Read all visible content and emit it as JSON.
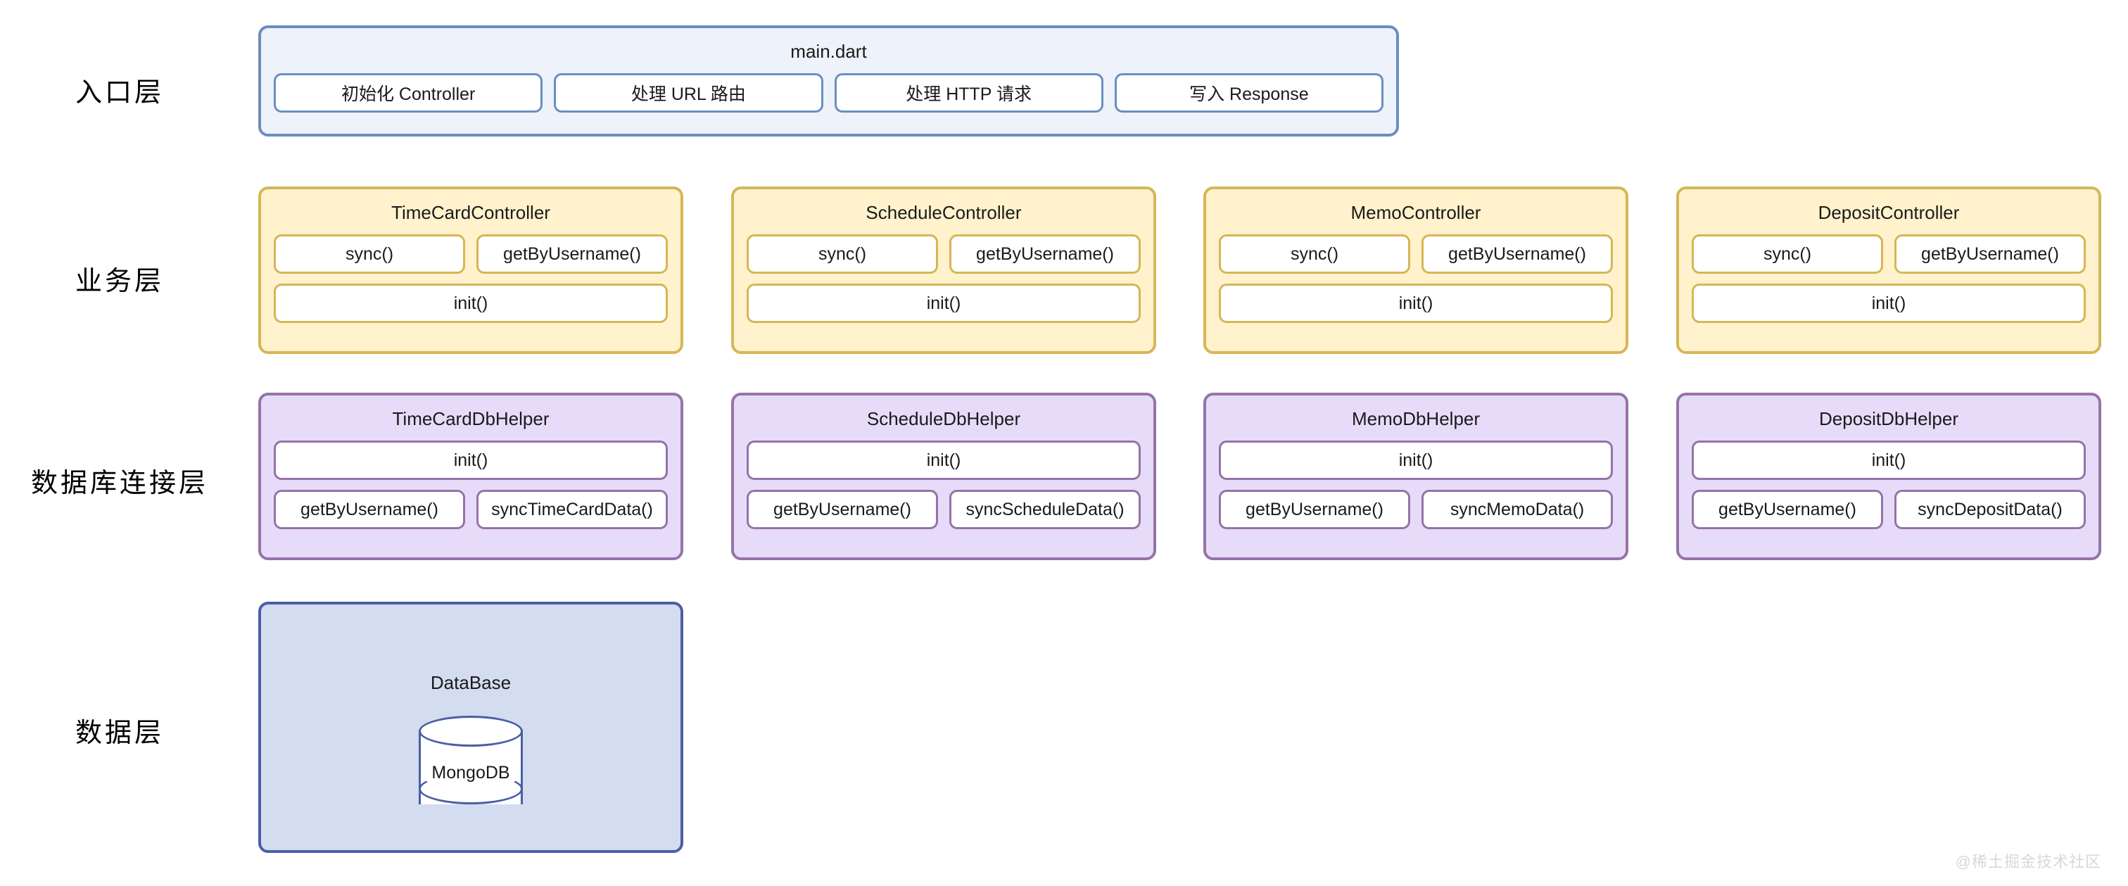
{
  "layers": [
    {
      "label": "入口层"
    },
    {
      "label": "业务层"
    },
    {
      "label": "数据库连接层"
    },
    {
      "label": "数据层"
    }
  ],
  "entry": {
    "title": "main.dart",
    "items": [
      "初始化 Controller",
      "处理 URL 路由",
      "处理 HTTP 请求",
      "写入 Response"
    ]
  },
  "controllers": [
    {
      "title": "TimeCardController",
      "row1": [
        "sync()",
        "getByUsername()"
      ],
      "row2": [
        "init()"
      ]
    },
    {
      "title": "ScheduleController",
      "row1": [
        "sync()",
        "getByUsername()"
      ],
      "row2": [
        "init()"
      ]
    },
    {
      "title": "MemoController",
      "row1": [
        "sync()",
        "getByUsername()"
      ],
      "row2": [
        "init()"
      ]
    },
    {
      "title": "DepositController",
      "row1": [
        "sync()",
        "getByUsername()"
      ],
      "row2": [
        "init()"
      ]
    }
  ],
  "db_helpers": [
    {
      "title": "TimeCardDbHelper",
      "row1": [
        "init()"
      ],
      "row2": [
        "getByUsername()",
        "syncTimeCardData()"
      ]
    },
    {
      "title": "ScheduleDbHelper",
      "row1": [
        "init()"
      ],
      "row2": [
        "getByUsername()",
        "syncScheduleData()"
      ]
    },
    {
      "title": "MemoDbHelper",
      "row1": [
        "init()"
      ],
      "row2": [
        "getByUsername()",
        "syncMemoData()"
      ]
    },
    {
      "title": "DepositDbHelper",
      "row1": [
        "init()"
      ],
      "row2": [
        "getByUsername()",
        "syncDepositData()"
      ]
    }
  ],
  "data_layer": {
    "title": "DataBase",
    "database_name": "MongoDB"
  },
  "watermark": "@稀土掘金技术社区",
  "colors": {
    "entry_fill": "#eef2fa",
    "entry_border": "#6c8ebf",
    "business_fill": "#fff2cc",
    "business_border": "#d6b656",
    "dbhelper_fill": "#e6dcfa",
    "dbhelper_border": "#9673a6",
    "data_fill": "#d4dcf0",
    "data_border": "#4a5fa5",
    "chip_fill": "#ffffff"
  }
}
